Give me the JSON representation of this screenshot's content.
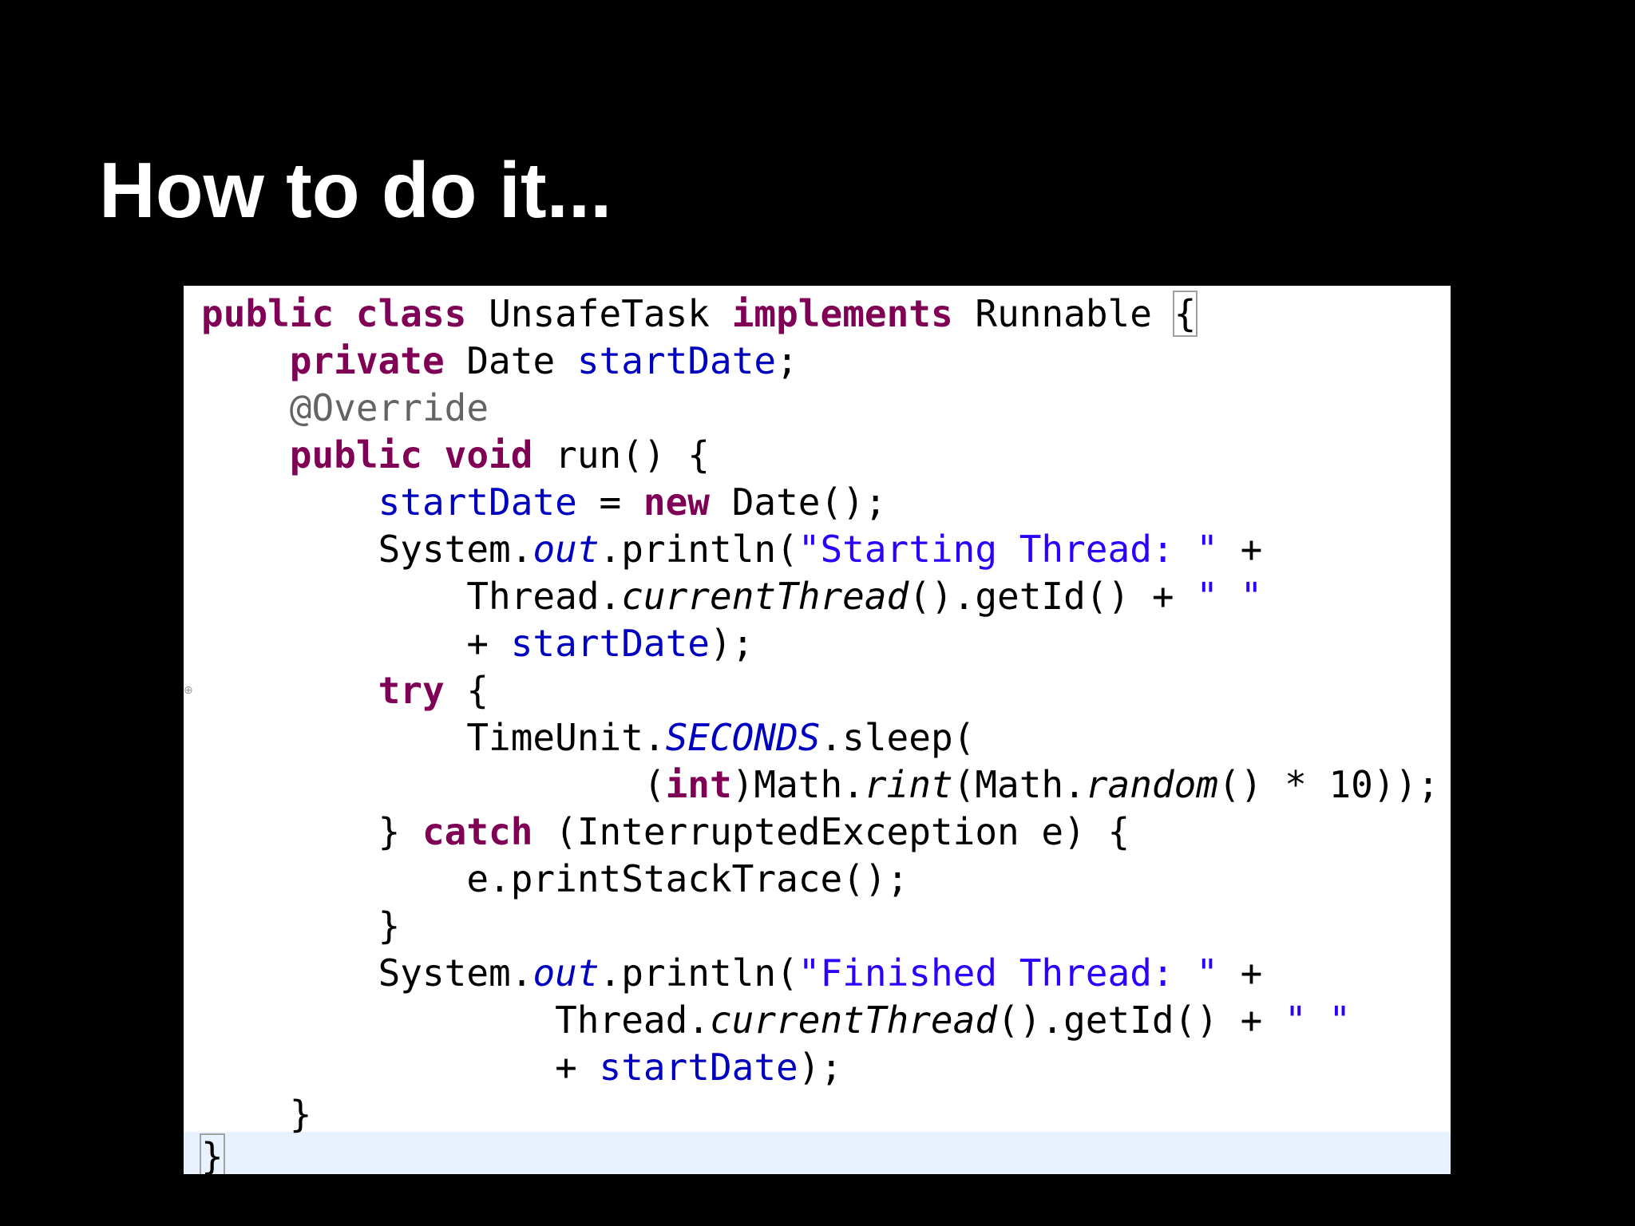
{
  "slide": {
    "title": "How to do it..."
  },
  "code": {
    "line1": {
      "kw1": "public",
      "kw2": "class",
      "name": "UnsafeTask",
      "kw3": "implements",
      "iface": "Runnable",
      "brace": "{"
    },
    "line2": {
      "kw": "private",
      "type": "Date",
      "field": "startDate",
      "end": ";"
    },
    "line3": {
      "annotation": "@Override"
    },
    "line4": {
      "kw1": "public",
      "kw2": "void",
      "rest": "run() {"
    },
    "line5": {
      "field": "startDate",
      "op": " = ",
      "kw": "new",
      "rest": " Date();"
    },
    "line6": {
      "cls": "System.",
      "static": "out",
      "call": ".println(",
      "str": "\"Starting Thread: \"",
      "op": " +"
    },
    "line7": {
      "cls": "Thread.",
      "meth": "currentThread",
      "rest": "().getId() + ",
      "str": "\" \""
    },
    "line8": {
      "op": "+ ",
      "field": "startDate",
      "end": ");"
    },
    "line9": {
      "kw": "try",
      "rest": " {"
    },
    "line10": {
      "cls": "TimeUnit.",
      "static": "SECONDS",
      "rest": ".sleep("
    },
    "line11": {
      "open": "(",
      "kw": "int",
      "cls": ")Math.",
      "meth1": "rint",
      "mid": "(Math.",
      "meth2": "random",
      "rest": "() * 10));"
    },
    "line12": {
      "open": "} ",
      "kw": "catch",
      "rest": " (InterruptedException e) {"
    },
    "line13": {
      "text": "e.printStackTrace();"
    },
    "line14": {
      "text": "}"
    },
    "line15": {
      "cls": "System.",
      "static": "out",
      "call": ".println(",
      "str": "\"Finished Thread: \"",
      "op": " +"
    },
    "line16": {
      "cls": "Thread.",
      "meth": "currentThread",
      "rest": "().getId() + ",
      "str": "\" \""
    },
    "line17": {
      "op": "+ ",
      "field": "startDate",
      "end": ");"
    },
    "line18": {
      "text": "}"
    },
    "line19": {
      "text": "}"
    }
  },
  "colors": {
    "background": "#000000",
    "title": "#ffffff",
    "editor_bg": "#ffffff",
    "keyword": "#7f0055",
    "field": "#0000c0",
    "string": "#2a00ff",
    "annotation": "#646464",
    "current_line": "#e8f2fe"
  }
}
